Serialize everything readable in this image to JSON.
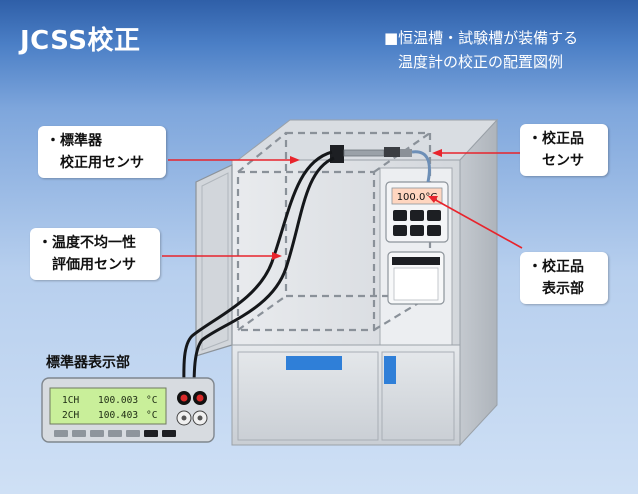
{
  "header": {
    "title": "JCSS校正",
    "caption_line1": "■恒温槽・試験槽が装備する",
    "caption_line2": "温度計の校正の配置図例"
  },
  "labels": {
    "std_sensor_line1": "・標準器",
    "std_sensor_line2": "校正用センサ",
    "uniformity_line1": "・温度不均一性",
    "uniformity_line2": "評価用センサ",
    "cal_sensor_line1": "・校正品",
    "cal_sensor_line2": "センサ",
    "cal_display_line1": "・校正品",
    "cal_display_line2": "表示部",
    "std_display_title": "標準器表示部"
  },
  "devices": {
    "chamber_display": "100.0°C",
    "std_row1_channel": "1CH",
    "std_row1_value": "100.003",
    "std_row1_unit": "°C",
    "std_row2_channel": "2CH",
    "std_row2_value": "100.403",
    "std_row2_unit": "°C"
  },
  "colors": {
    "arrow": "#e8242c",
    "lcd_green": "#c9ef9a",
    "chamber_window": "#2f7fd8"
  }
}
